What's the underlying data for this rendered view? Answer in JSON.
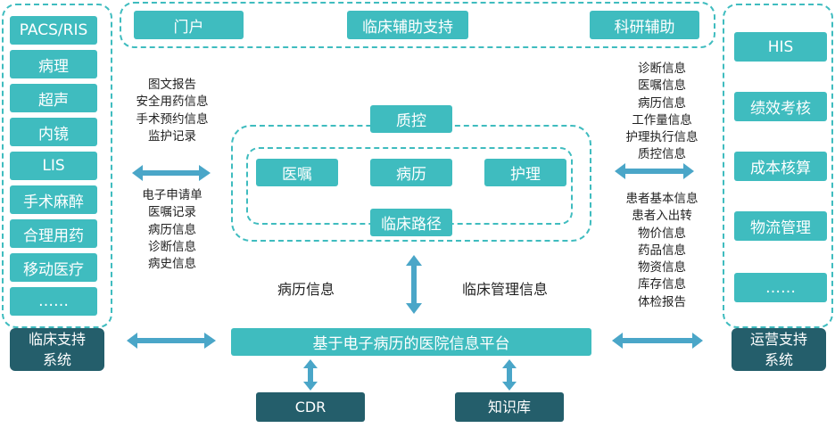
{
  "top_bar": {
    "portal": "门户",
    "clinical_support": "临床辅助支持",
    "research": "科研辅助"
  },
  "left_column": {
    "items": [
      "PACS/RIS",
      "病理",
      "超声",
      "内镜",
      "LIS",
      "手术麻醉",
      "合理用药",
      "移动医疗",
      "……"
    ],
    "footer": [
      "临床支持",
      "系统"
    ]
  },
  "right_column": {
    "items": [
      "HIS",
      "绩效考核",
      "成本核算",
      "物流管理",
      "……"
    ],
    "footer": [
      "运营支持",
      "系统"
    ]
  },
  "center": {
    "quality": "质控",
    "orders": "医嘱",
    "medical_record": "病历",
    "nursing": "护理",
    "pathway": "临床路径",
    "record_info": "病历信息",
    "clinical_mgmt_info": "临床管理信息"
  },
  "left_texts": {
    "upper": [
      "图文报告",
      "安全用药信息",
      "手术预约信息",
      "监护记录"
    ],
    "lower": [
      "电子申请单",
      "医嘱记录",
      "病历信息",
      "诊断信息",
      "病史信息"
    ]
  },
  "right_texts": {
    "upper": [
      "诊断信息",
      "医嘱信息",
      "病历信息",
      "工作量信息",
      "护理执行信息",
      "质控信息"
    ],
    "lower": [
      "患者基本信息",
      "患者入出转",
      "物价信息",
      "药品信息",
      "物资信息",
      "库存信息",
      "体检报告"
    ]
  },
  "platform": "基于电子病历的医院信息平台",
  "bottom": {
    "cdr": "CDR",
    "knowledge": "知识库"
  },
  "colors": {
    "teal": "#3fbcbf",
    "dark": "#245e6b",
    "arrow": "#4aa6c8"
  }
}
